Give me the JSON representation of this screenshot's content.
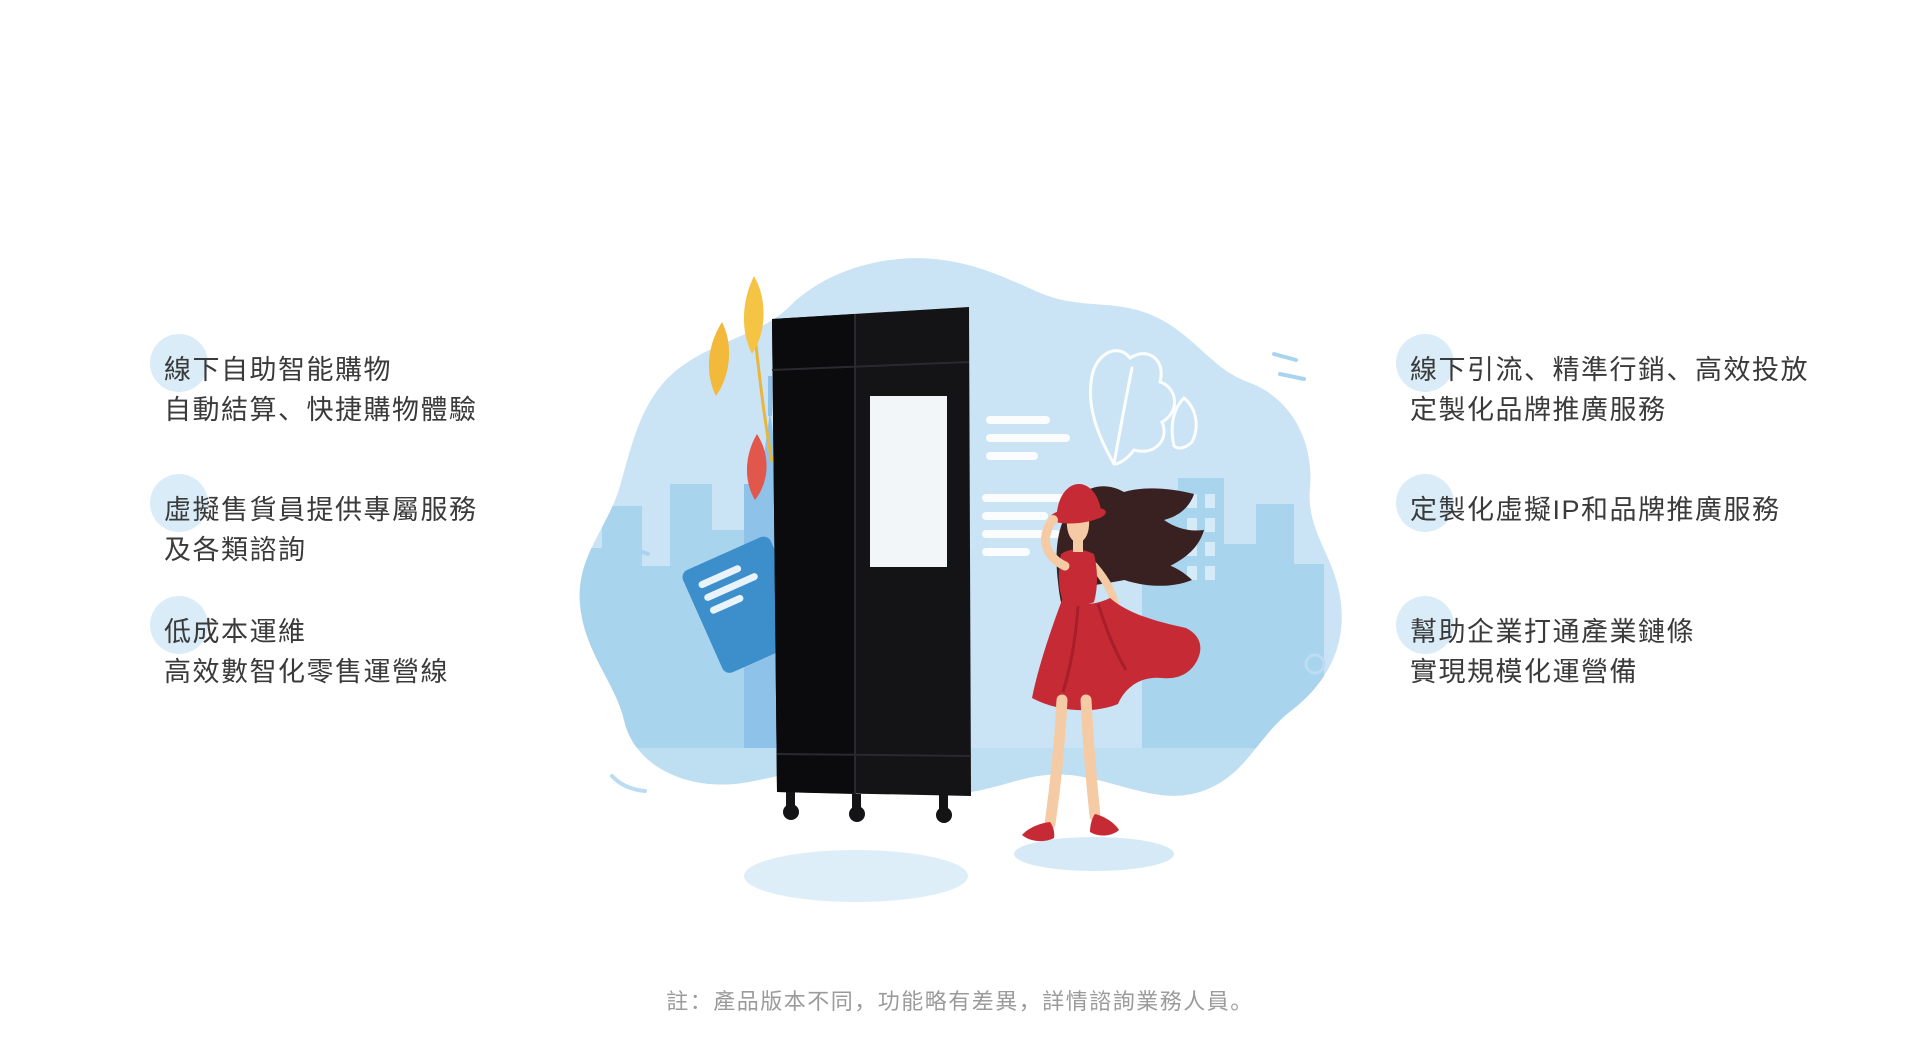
{
  "page": {
    "background": "#ffffff"
  },
  "left_features": [
    {
      "line1": "線下自助智能購物",
      "line2": "自動結算、快捷購物體驗"
    },
    {
      "line1": "虛擬售貨員提供專屬服務",
      "line2": "及各類諮詢"
    },
    {
      "line1": "低成本運維",
      "line2": "高效數智化零售運營線"
    }
  ],
  "right_features": [
    {
      "line1": "線下引流、精準行銷、高效投放",
      "line2": "定製化品牌推廣服務"
    },
    {
      "line1": "定製化虛擬IP和品牌推廣服務",
      "line2": ""
    },
    {
      "line1": "幫助企業打通產業鏈條",
      "line2": "實現規模化運營備"
    }
  ],
  "footnote": "註：產品版本不同，功能略有差異，詳情諮詢業務人員。",
  "illustration": {
    "label": "smart-retail-kiosk-illustration"
  },
  "colors": {
    "text_primary": "#3a3a3a",
    "footnote_text": "#9b9b9b",
    "highlight_circle": "#d9ecf8",
    "blob_blue": "#cbe4f5",
    "skyline_blue": "#a9d4ee",
    "machine_black": "#141416",
    "accent_red": "#c62a35",
    "card_blue": "#3d8fcb",
    "leaf_yellow": "#f6c445"
  }
}
